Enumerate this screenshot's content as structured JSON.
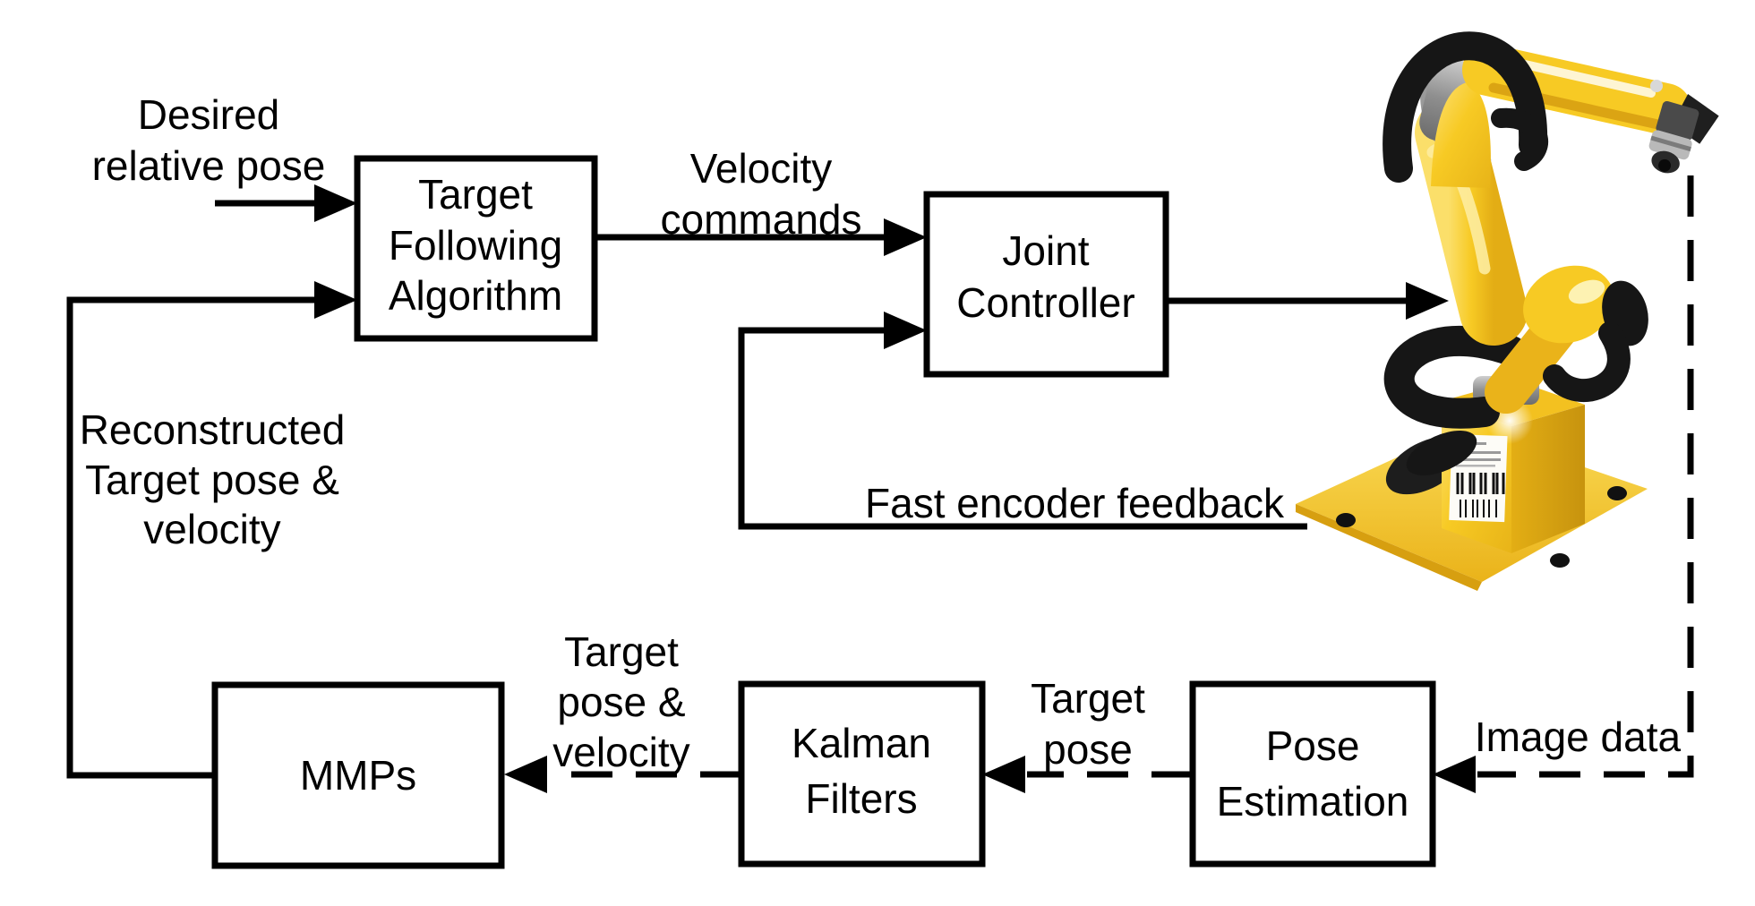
{
  "diagram_title": "Robot visual servoing control loop block diagram",
  "boxes": {
    "target_following": {
      "line1": "Target",
      "line2": "Following",
      "line3": "Algorithm"
    },
    "joint_controller": {
      "line1": "Joint",
      "line2": "Controller"
    },
    "mmps": {
      "line1": "MMPs"
    },
    "kalman": {
      "line1": "Kalman",
      "line2": "Filters"
    },
    "pose_estimation": {
      "line1": "Pose",
      "line2": "Estimation"
    }
  },
  "labels": {
    "desired": {
      "line1": "Desired",
      "line2": "relative pose"
    },
    "velocity": {
      "line1": "Velocity",
      "line2": "commands"
    },
    "encoder": {
      "line1": "Fast encoder feedback"
    },
    "reconstructed": {
      "line1": "Reconstructed",
      "line2": "Target pose &",
      "line3": "velocity"
    },
    "target_pose_velocity": {
      "line1": "Target",
      "line2": "pose &",
      "line3": "velocity"
    },
    "target_pose": {
      "line1": "Target",
      "line2": "pose"
    },
    "image_data": {
      "line1": "Image data"
    }
  },
  "colors": {
    "line": "#000000",
    "box_fill": "#ffffff",
    "background": "#ffffff",
    "robot_yellow": "#f7ca24",
    "robot_yellow_dark": "#dba413",
    "robot_yellow_light": "#fdeca0",
    "robot_black": "#161616",
    "robot_gray": "#9a9a9a"
  }
}
